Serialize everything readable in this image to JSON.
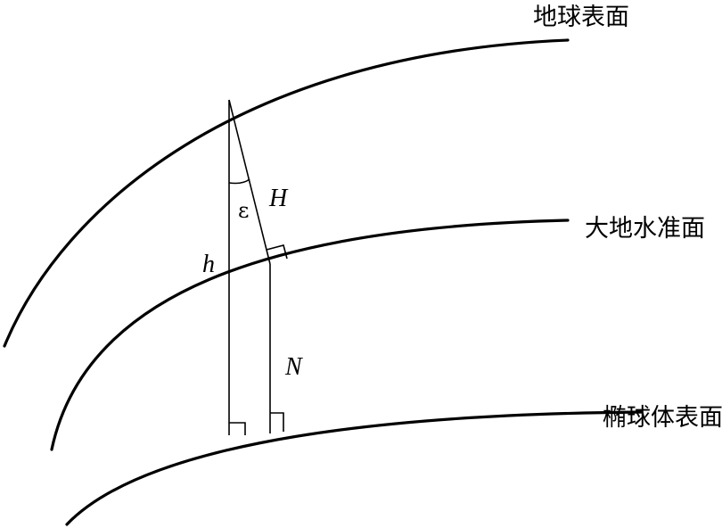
{
  "labels": {
    "earth_surface": "地球表面",
    "geoid": "大地水准面",
    "ellipsoid_surface": "椭球体表面",
    "h": "h",
    "H": "H",
    "N": "N",
    "epsilon": "ε"
  },
  "colors": {
    "stroke": "#000000",
    "background": "#ffffff"
  }
}
